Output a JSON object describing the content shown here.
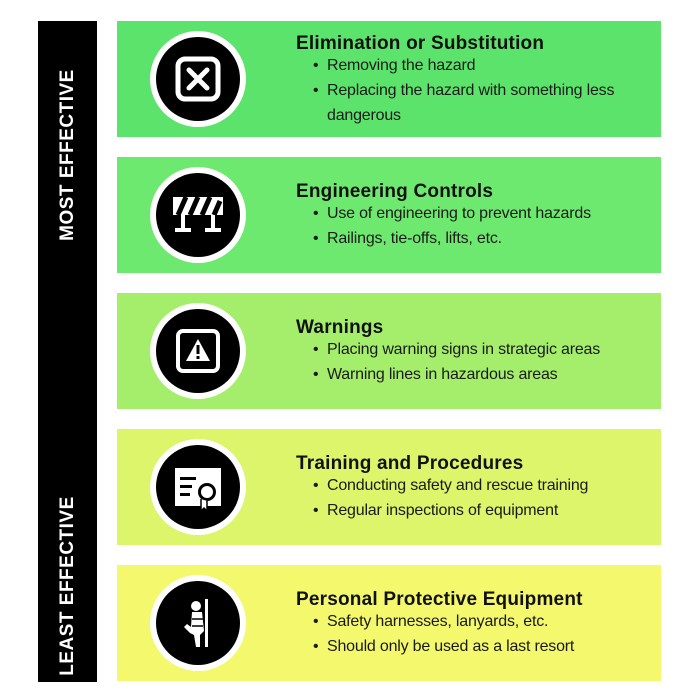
{
  "sidebar": {
    "top_label": "MOST EFFECTIVE",
    "bottom_label": "LEAST EFFECTIVE"
  },
  "levels": [
    {
      "title": "Elimination or Substitution",
      "icon": "x-box-icon",
      "color": "#5ce36b",
      "bullets": [
        "Removing the hazard",
        "Replacing the hazard with something less dangerous"
      ]
    },
    {
      "title": "Engineering Controls",
      "icon": "barrier-icon",
      "color": "#6ee96f",
      "bullets": [
        "Use of engineering to prevent hazards",
        "Railings, tie-offs, lifts, etc."
      ]
    },
    {
      "title": "Warnings",
      "icon": "warning-sign-icon",
      "color": "#a5ee6c",
      "bullets": [
        "Placing warning signs in strategic areas",
        "Warning lines in hazardous areas"
      ]
    },
    {
      "title": "Training and Procedures",
      "icon": "certificate-icon",
      "color": "#dcf56b",
      "bullets": [
        "Conducting safety and rescue training",
        "Regular inspections of equipment"
      ]
    },
    {
      "title": "Personal Protective Equipment",
      "icon": "harness-worker-icon",
      "color": "#f4f86c",
      "bullets": [
        "Safety harnesses, lanyards, etc.",
        "Should only be used as a last resort"
      ]
    }
  ]
}
